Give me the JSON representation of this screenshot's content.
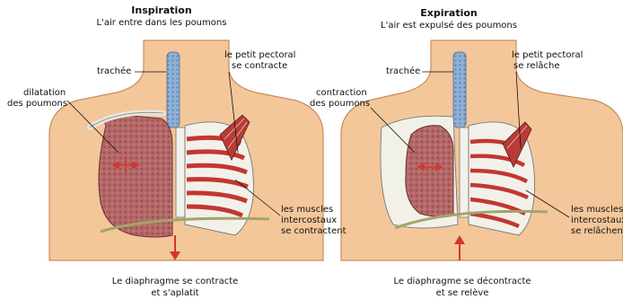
{
  "left_panel": {
    "title": "Inspiration",
    "subtitle": "L'air entre dans les poumons",
    "label_trachea": "trachée",
    "label_lungs_line1": "dilatation",
    "label_lungs_line2": "des poumons",
    "label_pectoral_line1": "le petit pectoral",
    "label_pectoral_line2": "se contracte",
    "label_muscles_line1": "les muscles",
    "label_muscles_line2": "intercostaux",
    "label_muscles_line3": "se contractent",
    "caption_line1": "Le diaphragme se contracte",
    "caption_line2": "et s'aplatit"
  },
  "right_panel": {
    "title": "Expiration",
    "subtitle": "L'air est expulsé des poumons",
    "label_trachea": "trachée",
    "label_lungs_line1": "contraction",
    "label_lungs_line2": "des poumons",
    "label_pectoral_line1": "le petit pectoral",
    "label_pectoral_line2": "se relâche",
    "label_muscles_line1": "les muscles",
    "label_muscles_line2": "intercostaux",
    "label_muscles_line3": "se relâchent",
    "caption_line1": "Le diaphragme se décontracte",
    "caption_line2": "et se relève"
  },
  "colors": {
    "skin": "#f3c79a",
    "skin_outline": "#c88c5c",
    "trachea": "#8fb0d6",
    "lung": "#b46767",
    "muscle": "#c2372f",
    "bone": "#f1f1ea",
    "diaphragm": "#a3a46a",
    "arrow": "#d2362b"
  }
}
